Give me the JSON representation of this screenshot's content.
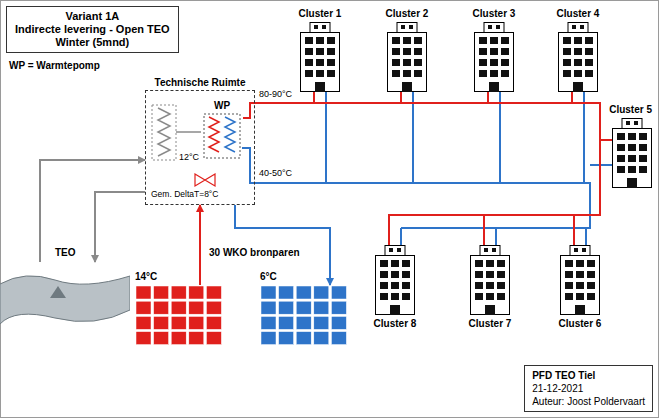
{
  "diagram": {
    "nodes": [
      {
        "text": [
          "Variant 1A",
          "Indirecte levering - Open TEO",
          "Winter (5mnd)"
        ]
      },
      {
        "text": [
          "Technische Ruimte"
        ]
      },
      {
        "text": [
          "WP"
        ],
        "in": 1
      },
      {
        "text": [
          "TEO"
        ]
      },
      {
        "text": [
          "14°C"
        ]
      },
      {
        "text": [
          "6°C"
        ]
      },
      {
        "text": [
          "Cluster 1"
        ]
      },
      {
        "text": [
          "Cluster 2"
        ]
      },
      {
        "text": [
          "Cluster 3"
        ]
      },
      {
        "text": [
          "Cluster 4"
        ]
      },
      {
        "text": [
          "Cluster 5"
        ]
      },
      {
        "text": [
          "Cluster 8"
        ]
      },
      {
        "text": [
          "Cluster 7"
        ]
      },
      {
        "text": [
          "Cluster 6"
        ]
      },
      {
        "text": [
          "PFD TEO Tiel",
          "21-12-2021",
          "Auteur: Joost Poldervaart"
        ]
      }
    ],
    "edges": [
      {
        "from": 3,
        "to": 1,
        "arrow": "to"
      },
      {
        "from": 1,
        "to": 3,
        "arrow": "to"
      },
      {
        "from": 4,
        "to": 1,
        "arrow": "to"
      },
      {
        "from": 1,
        "to": 5,
        "arrow": "to"
      },
      {
        "from": 2,
        "to": 6,
        "arrow": "none"
      },
      {
        "from": 2,
        "to": 7,
        "arrow": "none"
      },
      {
        "from": 2,
        "to": 8,
        "arrow": "none"
      },
      {
        "from": 2,
        "to": 9,
        "arrow": "none"
      },
      {
        "from": 2,
        "to": 10,
        "arrow": "none"
      },
      {
        "from": 2,
        "to": 11,
        "arrow": "none"
      },
      {
        "from": 2,
        "to": 12,
        "arrow": "none"
      },
      {
        "from": 2,
        "to": 13,
        "arrow": "none"
      }
    ],
    "labels": [
      "WP = Warmtepomp",
      "80-90°C",
      "12°C",
      "40-50°C",
      "Gem. DeltaT=8°C",
      "30 WKO bronparen"
    ]
  }
}
